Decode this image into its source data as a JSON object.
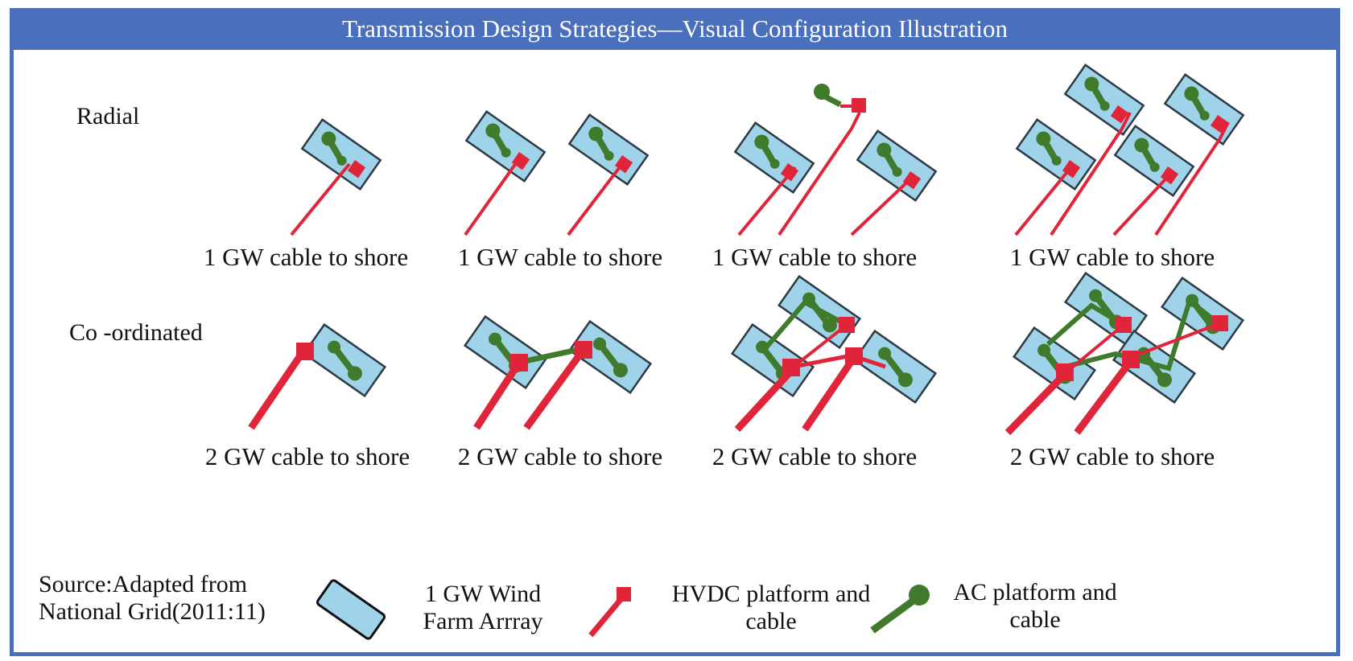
{
  "title": "Transmission Design Strategies—Visual Configuration Illustration",
  "rows": [
    {
      "label": "Radial",
      "captions": [
        "1 GW cable to shore",
        "1 GW cable to shore",
        "1 GW cable to shore",
        "1 GW cable to shore"
      ]
    },
    {
      "label": "Co -ordinated",
      "captions": [
        "2 GW cable to shore",
        "2 GW cable to shore",
        "2 GW cable to shore",
        "2 GW cable to shore"
      ]
    }
  ],
  "source": {
    "line1": "Source:Adapted from",
    "line2": "National Grid(2011:11)"
  },
  "legend": [
    {
      "line1": "1 GW Wind",
      "line2": "Farm Arrray",
      "icon": "wind-farm-icon"
    },
    {
      "line1": "HVDC platform and",
      "line2": "cable",
      "icon": "hvdc-icon"
    },
    {
      "line1": "AC platform and",
      "line2": "cable",
      "icon": "ac-icon"
    }
  ],
  "colors": {
    "header": "#4a6fbd",
    "farm_fill": "#9fd3ea",
    "farm_stroke": "#2d3a44",
    "hvdc": "#e0253a",
    "ac": "#3f7a2d"
  }
}
